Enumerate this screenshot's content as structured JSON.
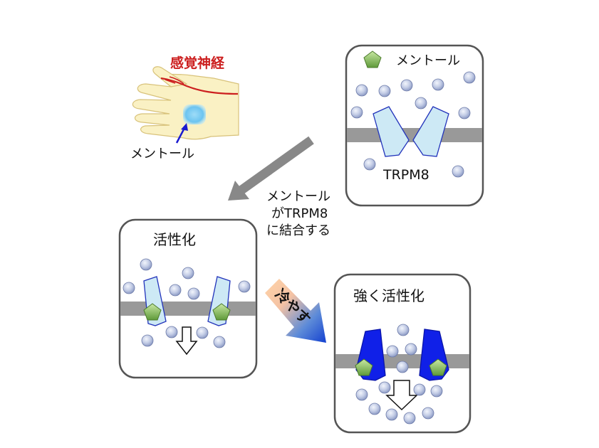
{
  "hand": {
    "nerve_label": "感覚神経",
    "menthol_label": "メントール"
  },
  "panel_menthol": {
    "legend_label": "メントール",
    "channel_label": "TRPM8"
  },
  "binding_note": {
    "line1": "メントール",
    "line2": "がTRPM8",
    "line3": "に結合する"
  },
  "panel_active": {
    "title": "活性化"
  },
  "cooling": {
    "label": "冷やす"
  },
  "panel_strong": {
    "title": "強く活性化"
  },
  "colors": {
    "nerve": "#cc1f1f",
    "skin": "#faf1c4",
    "cool_spot": "#7fd0f5",
    "channel_light": "#cde9f5",
    "channel_dark": "#1020e8",
    "channel_outline": "#2233bb",
    "membrane": "#999999",
    "ion": "#b8c4e0",
    "menthol": "#8fc86a",
    "arrow_gray": "#888888",
    "panel_border": "#555555"
  }
}
